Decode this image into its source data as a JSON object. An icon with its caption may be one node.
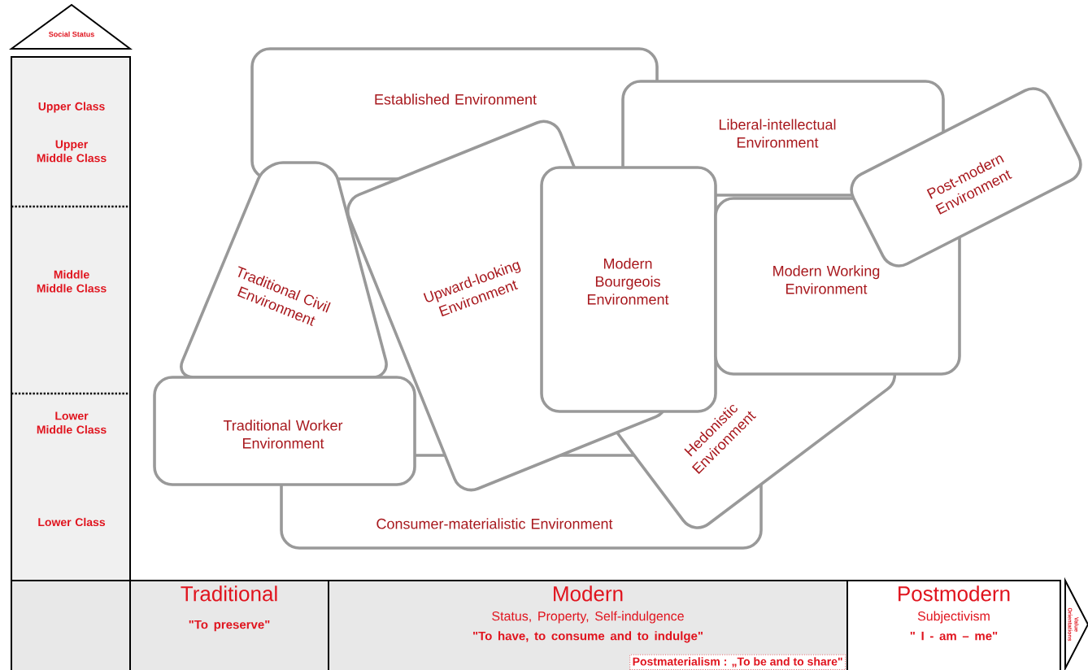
{
  "diagram": {
    "nodes": [
      {
        "text": [
          "Established Environment"
        ]
      },
      {
        "text": [
          "Liberal-intellectual Environment"
        ]
      },
      {
        "text": [
          "Post-modern Environment"
        ]
      },
      {
        "text": [
          "Traditional Civil Environment"
        ]
      },
      {
        "text": [
          "Upward-looking Environment"
        ]
      },
      {
        "text": [
          "Modern Bourgeois Environment"
        ]
      },
      {
        "text": [
          "Modern Working Environment"
        ]
      },
      {
        "text": [
          "Traditional Worker Environment"
        ]
      },
      {
        "text": [
          "Hedonistic Environment"
        ]
      },
      {
        "text": [
          "Consumer-materialistic Environment"
        ]
      },
      {
        "text": [
          "Traditional",
          "\"To preserve\""
        ]
      },
      {
        "text": [
          "Modern",
          "Status, Property, Self-indulgence",
          "\"To have, to consume and to indulge\""
        ]
      },
      {
        "text": [
          "Postmaterialism : „To be and to share\""
        ],
        "in": 11
      },
      {
        "text": [
          "Postmodern",
          "Subjectivism",
          "\" I - am – me\""
        ]
      }
    ],
    "labels": [
      "Social Status",
      "Upper Class",
      "Upper Middle Class",
      "Middle Middle Class",
      "Lower Middle Class",
      "Lower Class",
      "Value Orientations"
    ]
  }
}
